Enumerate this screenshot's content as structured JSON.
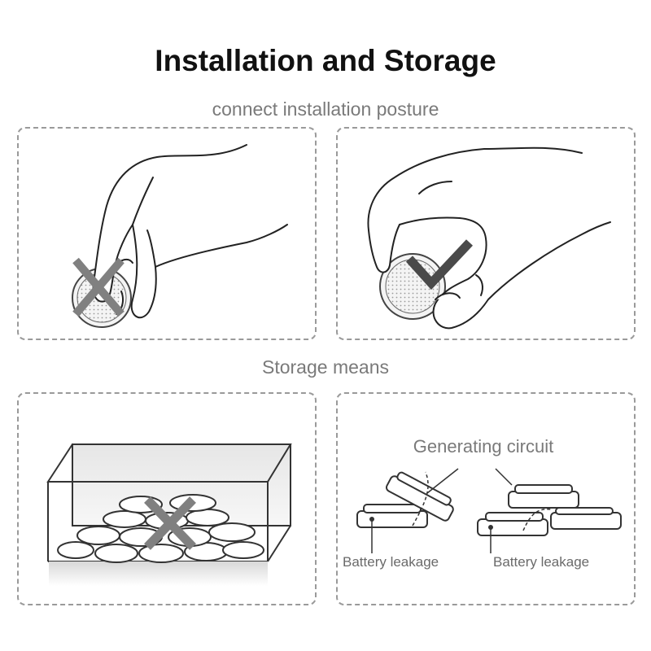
{
  "title": "Installation and Storage",
  "sections": {
    "installation_label": "connect installation posture",
    "storage_label": "Storage means"
  },
  "circuit": {
    "title": "Generating circuit",
    "left_label": "Battery leakage",
    "right_label": "Battery leakage"
  },
  "colors": {
    "mark_gray": "#808080",
    "check_dark": "#4a4a4a",
    "label_gray": "#7a7a7a"
  },
  "icons": {
    "wrong_mark": "cross-icon",
    "correct_mark": "check-icon"
  }
}
